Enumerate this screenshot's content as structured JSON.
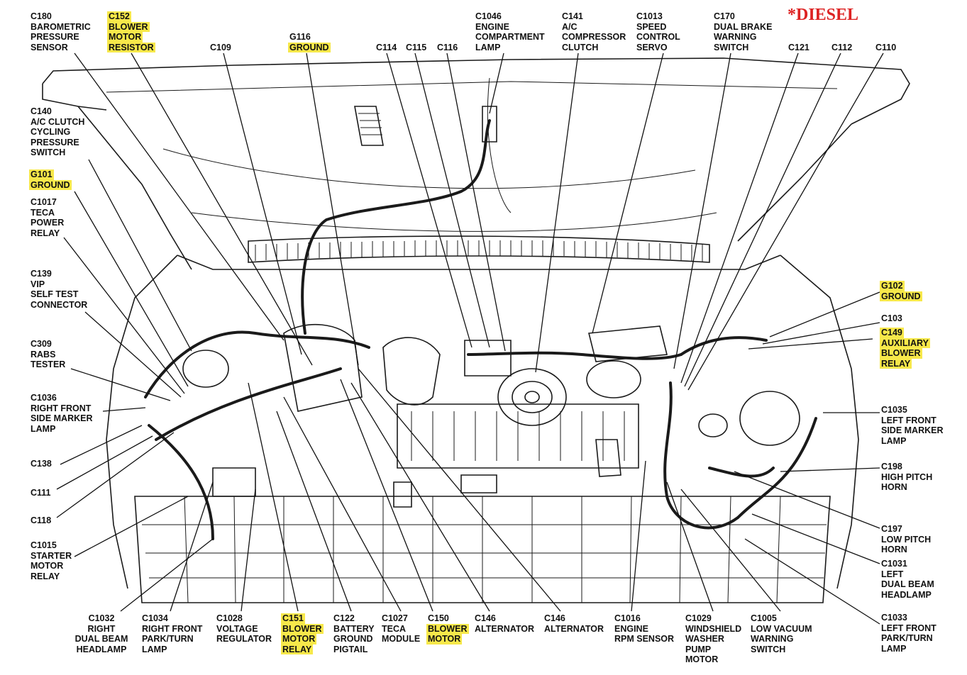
{
  "note": "*DIESEL",
  "highlight_color": "#f7e84a",
  "accent_color": "#dd2222",
  "labels": {
    "c180": [
      "C180",
      "BAROMETRIC",
      "PRESSURE",
      "SENSOR"
    ],
    "c152": [
      "C152",
      "BLOWER",
      "MOTOR",
      "RESISTOR"
    ],
    "g116": [
      "G116",
      "GROUND"
    ],
    "c109": [
      "C109"
    ],
    "c114": [
      "C114"
    ],
    "c115": [
      "C115"
    ],
    "c116": [
      "C116"
    ],
    "c1046": [
      "C1046",
      "ENGINE",
      "COMPARTMENT",
      "LAMP"
    ],
    "c141": [
      "C141",
      "A/C",
      "COMPRESSOR",
      "CLUTCH"
    ],
    "c1013": [
      "C1013",
      "SPEED",
      "CONTROL",
      "SERVO"
    ],
    "c170": [
      "C170",
      "DUAL BRAKE",
      "WARNING",
      "SWITCH"
    ],
    "c121": [
      "C121"
    ],
    "c112": [
      "C112"
    ],
    "c110": [
      "C110"
    ],
    "c140": [
      "C140",
      "A/C CLUTCH",
      "CYCLING",
      "PRESSURE",
      "SWITCH"
    ],
    "g101": [
      "G101",
      "GROUND"
    ],
    "c1017": [
      "C1017",
      "TECA",
      "POWER",
      "RELAY"
    ],
    "c139": [
      "C139",
      "VIP",
      "SELF TEST",
      "CONNECTOR"
    ],
    "c309": [
      "C309",
      "RABS",
      "TESTER"
    ],
    "c1036": [
      "C1036",
      "RIGHT FRONT",
      "SIDE MARKER",
      "LAMP"
    ],
    "c138": [
      "C138"
    ],
    "c111": [
      "C111"
    ],
    "c118": [
      "C118"
    ],
    "c1015": [
      "C1015",
      "STARTER",
      "MOTOR",
      "RELAY"
    ],
    "g102": [
      "G102",
      "GROUND"
    ],
    "c103": [
      "C103"
    ],
    "c149": [
      "C149",
      "AUXILIARY",
      "BLOWER",
      "RELAY"
    ],
    "c1035": [
      "C1035",
      "LEFT FRONT",
      "SIDE MARKER",
      "LAMP"
    ],
    "c198": [
      "C198",
      "HIGH PITCH",
      "HORN"
    ],
    "c197": [
      "C197",
      "LOW PITCH",
      "HORN"
    ],
    "c1031": [
      "C1031",
      "LEFT",
      "DUAL BEAM",
      "HEADLAMP"
    ],
    "c1033": [
      "C1033",
      "LEFT FRONT",
      "PARK/TURN",
      "LAMP"
    ],
    "c1032": [
      "C1032",
      "RIGHT",
      "DUAL BEAM",
      "HEADLAMP"
    ],
    "c1034": [
      "C1034",
      "RIGHT FRONT",
      "PARK/TURN",
      "LAMP"
    ],
    "c1028": [
      "C1028",
      "VOLTAGE",
      "REGULATOR"
    ],
    "c151": [
      "C151",
      "BLOWER",
      "MOTOR",
      "RELAY"
    ],
    "c122": [
      "C122",
      "BATTERY",
      "GROUND",
      "PIGTAIL"
    ],
    "c1027": [
      "C1027",
      "TECA",
      "MODULE"
    ],
    "c150": [
      "C150",
      "BLOWER",
      "MOTOR"
    ],
    "c146a": [
      "C146",
      "ALTERNATOR"
    ],
    "c146b": [
      "C146",
      "ALTERNATOR"
    ],
    "c1016": [
      "C1016",
      "ENGINE",
      "RPM SENSOR"
    ],
    "c1029": [
      "C1029",
      "WINDSHIELD",
      "WASHER",
      "PUMP",
      "MOTOR"
    ],
    "c1005": [
      "C1005",
      "LOW VACUUM",
      "WARNING",
      "SWITCH"
    ]
  }
}
